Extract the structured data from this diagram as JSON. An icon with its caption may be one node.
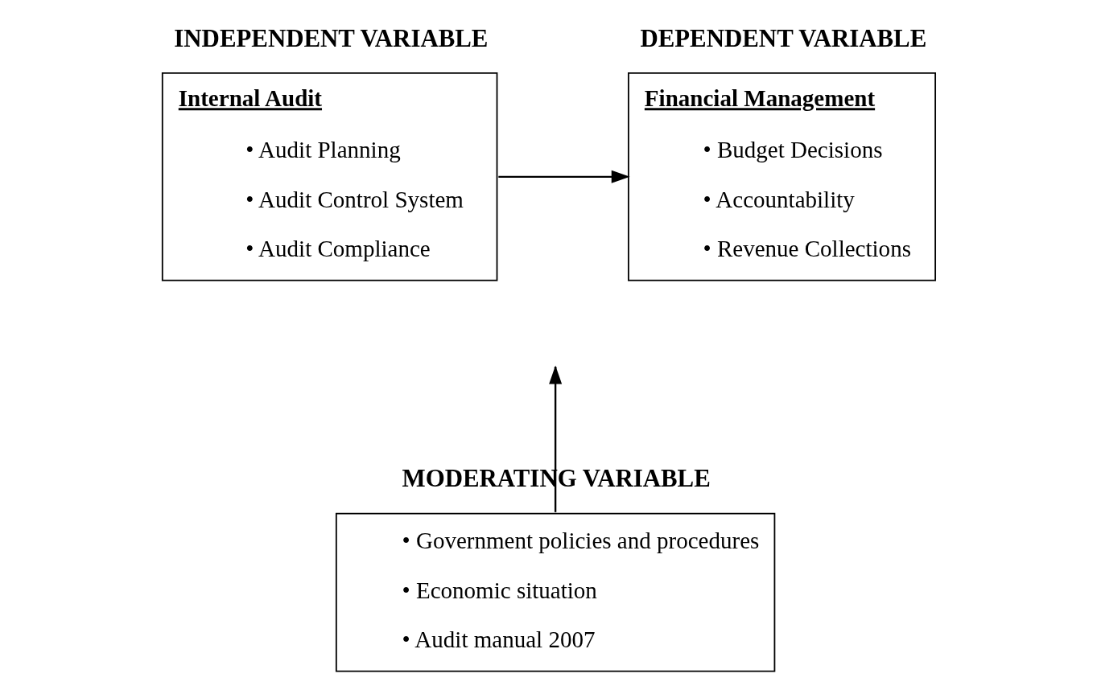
{
  "diagram": {
    "nodes": [
      {
        "text": [
          "Internal Audit",
          "• Audit Planning",
          "• Audit Control System",
          "• Audit Compliance"
        ],
        "beside": [
          "INDEPENDENT VARIABLE"
        ]
      },
      {
        "text": [
          "Financial Management",
          "• Budget Decisions",
          "• Accountability",
          "• Revenue Collections"
        ],
        "beside": [
          "DEPENDENT VARIABLE"
        ]
      },
      {
        "text": [
          "• Government policies and procedures",
          "• Economic situation",
          "• Audit manual 2007"
        ],
        "beside": [
          "MODERATING VARIABLE"
        ]
      }
    ],
    "edges": [
      {
        "from": 0,
        "to": 1,
        "arrow": "to"
      },
      {
        "from": 2,
        "to": null,
        "arrow": "to"
      }
    ]
  }
}
